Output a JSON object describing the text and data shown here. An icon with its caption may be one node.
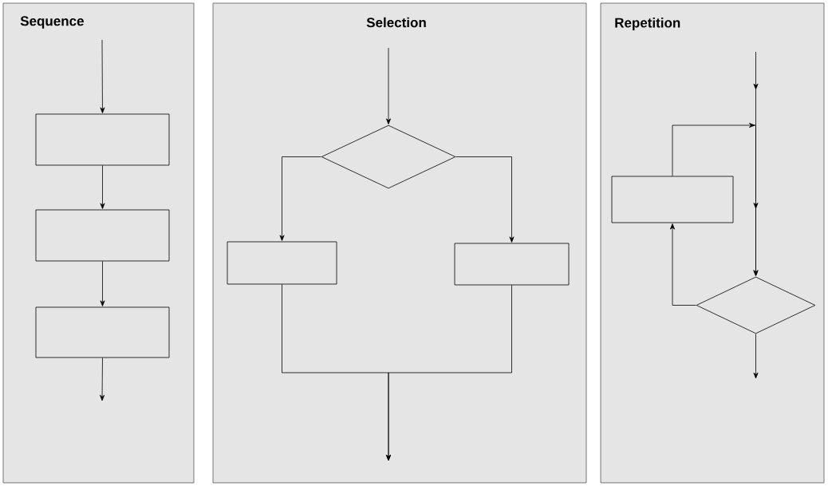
{
  "diagram": {
    "nodes": [
      {
        "text": [
          "Sequence"
        ]
      },
      {
        "text": [],
        "shape": "box",
        "in": 0
      },
      {
        "text": [],
        "shape": "box",
        "in": 0
      },
      {
        "text": [],
        "shape": "box",
        "in": 0
      },
      {
        "text": [
          "Selection"
        ]
      },
      {
        "text": [],
        "shape": "diamond",
        "in": 4
      },
      {
        "text": [],
        "shape": "box",
        "in": 4
      },
      {
        "text": [],
        "shape": "box",
        "in": 4
      },
      {
        "text": [
          "Repetition"
        ]
      },
      {
        "text": [],
        "shape": "box",
        "in": 8
      },
      {
        "text": [],
        "shape": "diamond",
        "in": 8
      }
    ],
    "edges": [
      {
        "from": null,
        "to": 1,
        "arrow": "to"
      },
      {
        "from": 1,
        "to": 2,
        "arrow": "to"
      },
      {
        "from": 2,
        "to": 3,
        "arrow": "to"
      },
      {
        "from": 3,
        "to": null,
        "arrow": "to"
      },
      {
        "from": null,
        "to": 5,
        "arrow": "to"
      },
      {
        "from": 5,
        "to": 6,
        "arrow": "to"
      },
      {
        "from": 5,
        "to": 7,
        "arrow": "to"
      },
      {
        "from": 6,
        "to": null,
        "arrow": "to"
      },
      {
        "from": 7,
        "to": null,
        "arrow": "to"
      },
      {
        "from": null,
        "to": 10,
        "arrow": "to"
      },
      {
        "from": 9,
        "to": 10,
        "arrow": "to"
      },
      {
        "from": 10,
        "to": 9,
        "arrow": "to"
      },
      {
        "from": 10,
        "to": null,
        "arrow": "to"
      }
    ]
  }
}
